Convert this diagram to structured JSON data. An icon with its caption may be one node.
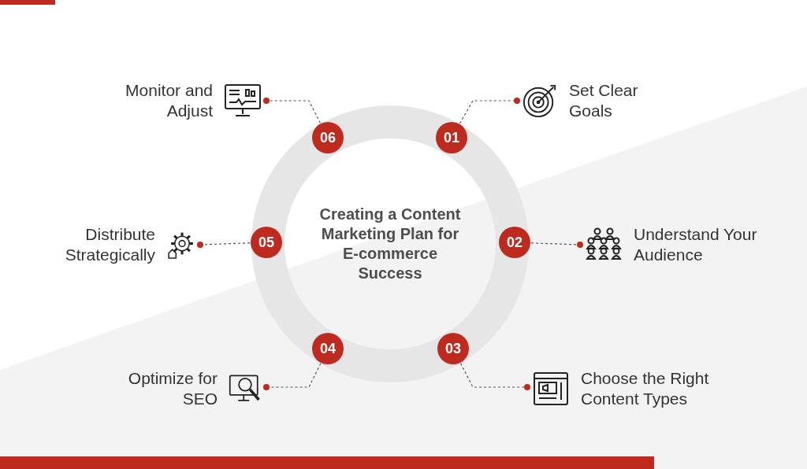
{
  "diagram": {
    "nodes": [
      {
        "text": [
          "Creating a Content Marketing Plan for E-commerce Success"
        ]
      },
      {
        "text": [
          "01"
        ]
      },
      {
        "text": [
          "Set Clear Goals"
        ]
      },
      {
        "text": [
          "02"
        ]
      },
      {
        "text": [
          "Understand Your Audience"
        ]
      },
      {
        "text": [
          "03"
        ]
      },
      {
        "text": [
          "Choose the Right Content Types"
        ]
      },
      {
        "text": [
          "04"
        ]
      },
      {
        "text": [
          "Optimize for SEO"
        ]
      },
      {
        "text": [
          "05"
        ]
      },
      {
        "text": [
          "Distribute Strategically"
        ]
      },
      {
        "text": [
          "06"
        ]
      },
      {
        "text": [
          "Monitor and Adjust"
        ]
      }
    ],
    "edges": [
      {
        "from": 1,
        "to": 2,
        "arrow": "other",
        "style": "dashed"
      },
      {
        "from": 3,
        "to": 4,
        "arrow": "other",
        "style": "dashed"
      },
      {
        "from": 5,
        "to": 6,
        "arrow": "other",
        "style": "dashed"
      },
      {
        "from": 7,
        "to": 8,
        "arrow": "other",
        "style": "dashed"
      },
      {
        "from": 9,
        "to": 10,
        "arrow": "other",
        "style": "dashed"
      },
      {
        "from": 11,
        "to": 12,
        "arrow": "other",
        "style": "dashed"
      }
    ]
  }
}
